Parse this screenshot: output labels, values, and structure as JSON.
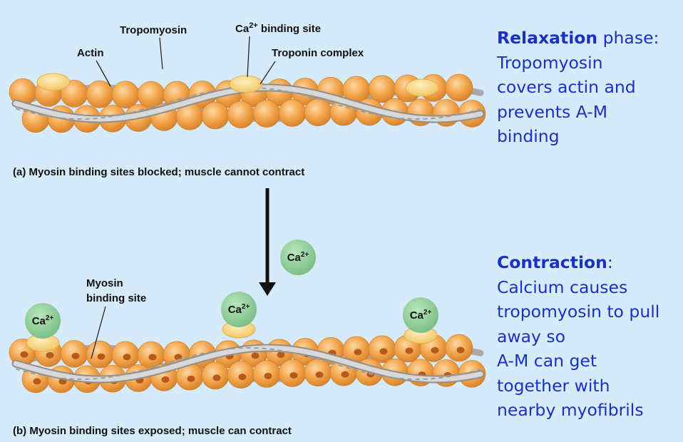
{
  "panel_a": {
    "labels": {
      "tropomyosin": "Tropomyosin",
      "ca_binding_site_prefix": "Ca",
      "ca_binding_site_sup": "2+",
      "ca_binding_site_suffix": " binding site",
      "actin": "Actin",
      "troponin_complex": "Troponin complex"
    },
    "caption": "(a) Myosin binding sites blocked; muscle cannot contract"
  },
  "panel_b": {
    "labels": {
      "myosin_binding_site_line1": "Myosin",
      "myosin_binding_site_line2": "binding site"
    },
    "calcium_ion": {
      "symbol": "Ca",
      "charge": "2+"
    },
    "caption": "(b) Myosin binding sites exposed; muscle can contract"
  },
  "relaxation": {
    "title": "Relaxation",
    "title_suffix": " phase:",
    "lines": [
      "Tropomyosin",
      "covers actin and",
      "prevents A-M",
      "binding"
    ]
  },
  "contraction": {
    "title": "Contraction",
    "title_suffix": ":",
    "lines": [
      "Calcium causes",
      "tropomyosin to pull",
      "away so",
      "A-M can get",
      "together with",
      "nearby myofibrils"
    ]
  },
  "colors": {
    "background": "#d6ebfa",
    "actin_bead": "#f2a54a",
    "troponin": "#f7d27a",
    "calcium": "#8fcf98",
    "tropomyosin": "#c9c9c9",
    "side_text": "#1a2fc4"
  }
}
